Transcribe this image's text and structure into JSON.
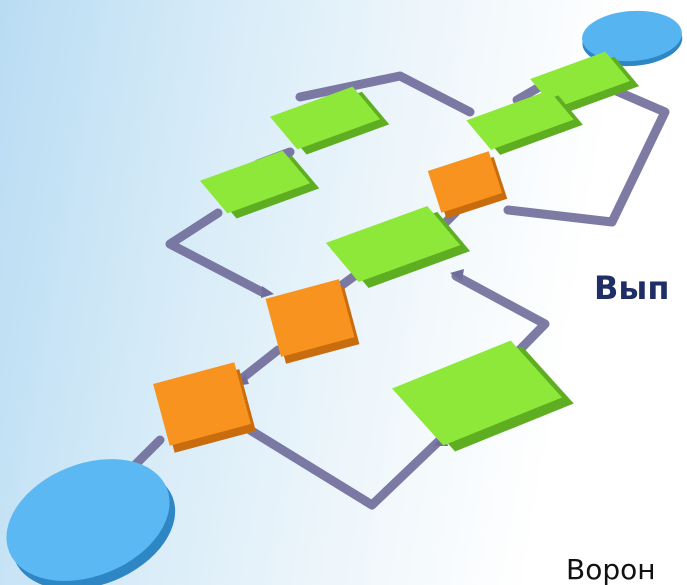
{
  "slide": {
    "title": "Вып",
    "subtitle": "Ворон"
  },
  "illustration": {
    "name": "flowchart-illustration",
    "colors": {
      "process_block": "#8ee83a",
      "decision_block": "#f7931e",
      "terminal": "#56b4f0",
      "connector": "#6f6c9a"
    }
  }
}
